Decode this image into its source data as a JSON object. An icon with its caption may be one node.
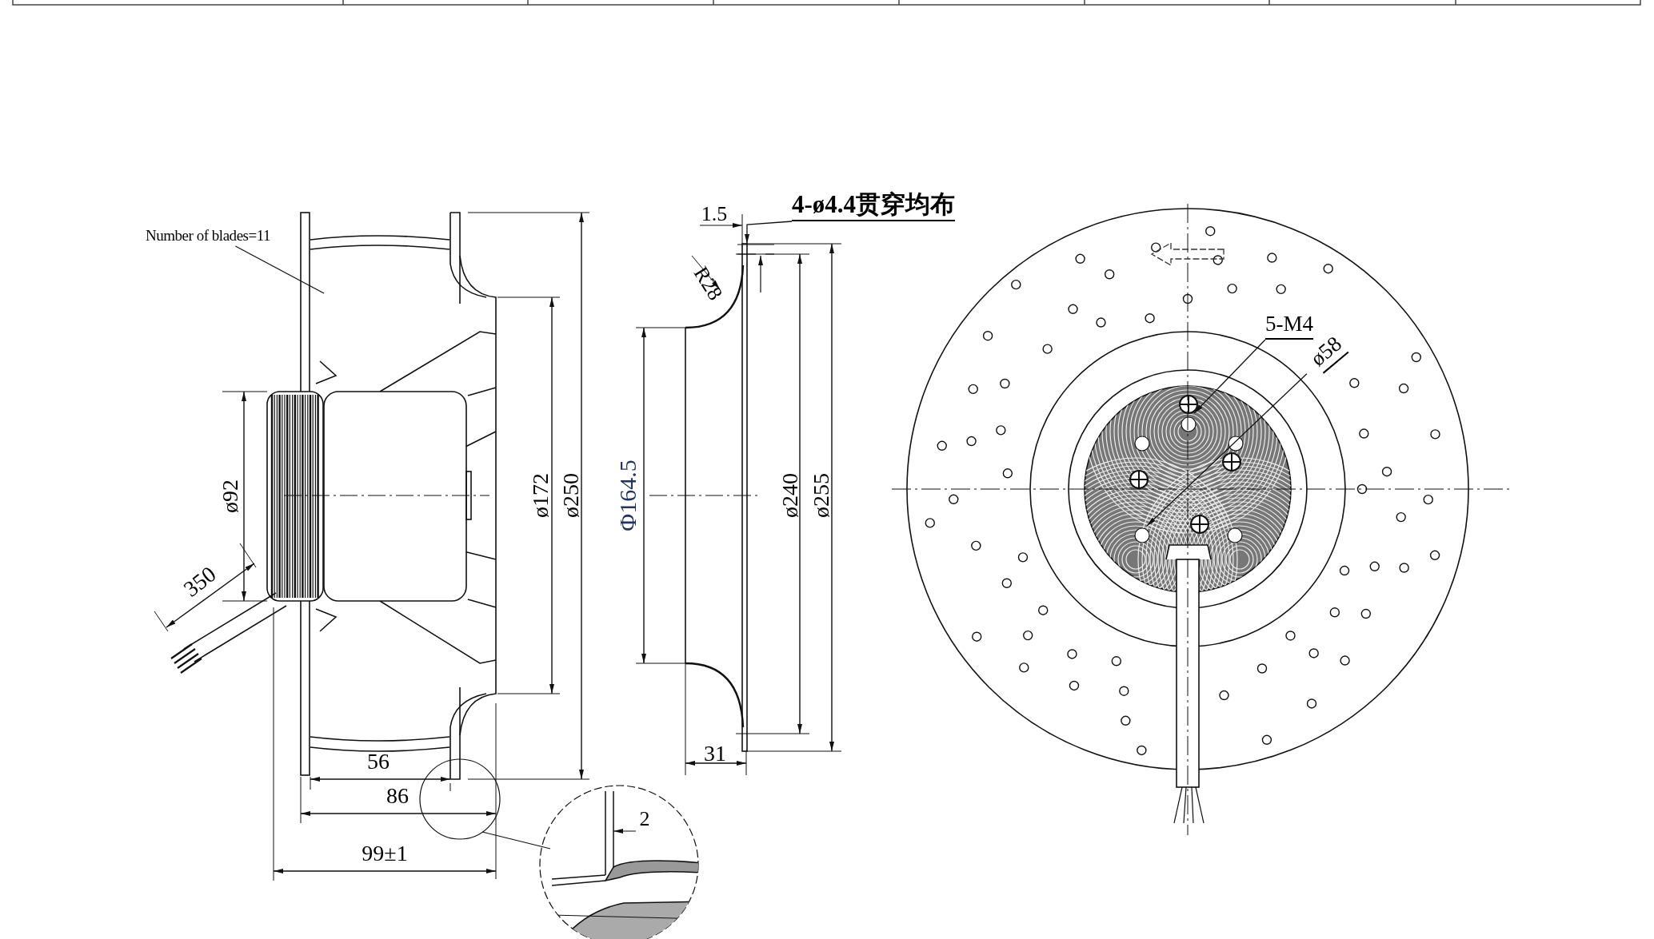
{
  "diagram": {
    "nodes": [
      {
        "text": [
          "Number of blades=11"
        ]
      },
      {
        "text": [
          "4-ø4.4贯穿均布"
        ]
      },
      {
        "text": [
          "5-M4"
        ]
      },
      {
        "text": [
          "ø58"
        ]
      },
      {
        "text": [],
        "shape": "picture"
      }
    ],
    "edges": [
      {
        "from": 0,
        "to": null,
        "arrow": "none"
      },
      {
        "from": 1,
        "to": 4,
        "arrow": "to"
      },
      {
        "from": 2,
        "to": null,
        "arrow": "to"
      },
      {
        "from": 3,
        "to": null,
        "arrow": "to"
      }
    ],
    "labels": [
      "1.5",
      "R28",
      "ø92",
      "350",
      "ø172",
      "ø250",
      "Φ164.5",
      "ø240",
      "ø255",
      "56",
      "86",
      "31",
      "99±1",
      "2"
    ]
  }
}
